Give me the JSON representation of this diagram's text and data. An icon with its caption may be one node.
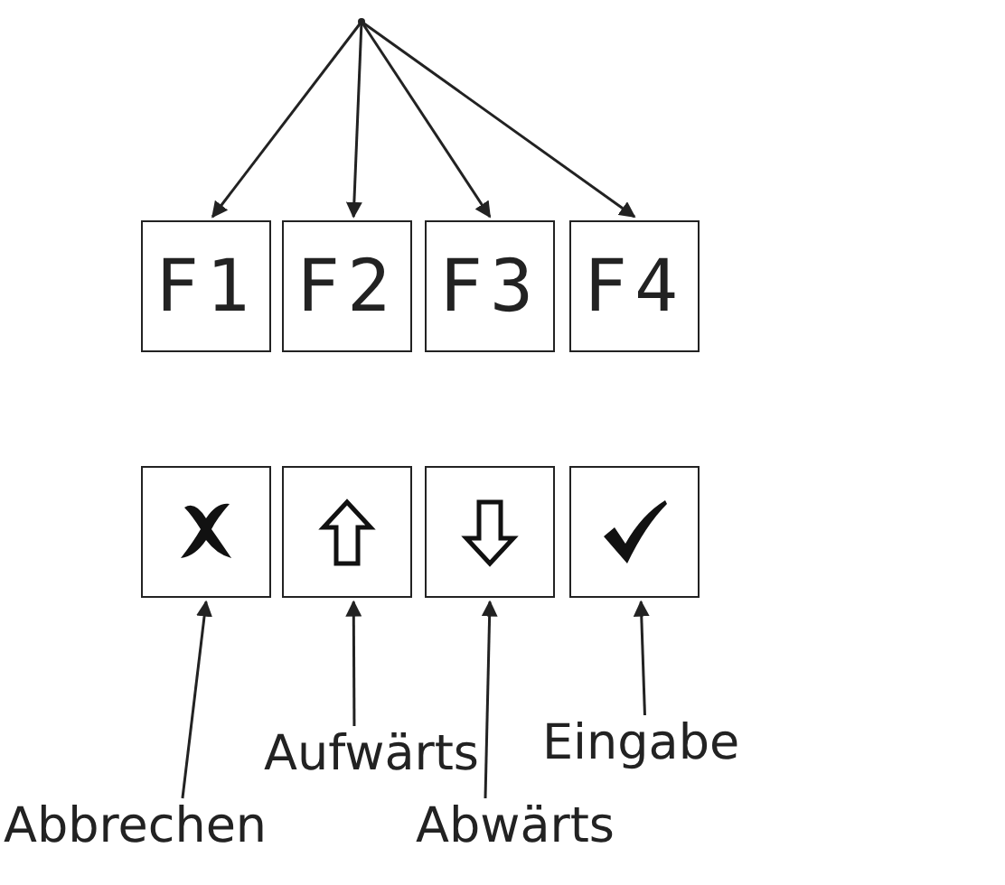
{
  "diagram": {
    "nodes": [
      {
        "text": [],
        "shape": "point"
      },
      {
        "text": [
          "F1"
        ]
      },
      {
        "text": [
          "F2"
        ]
      },
      {
        "text": [
          "F3"
        ]
      },
      {
        "text": [
          "F4"
        ]
      },
      {
        "text": [],
        "shape": "box"
      },
      {
        "text": [],
        "shape": "box"
      },
      {
        "text": [],
        "shape": "box"
      },
      {
        "text": [],
        "shape": "box"
      },
      {
        "text": [
          "Abbrechen"
        ]
      },
      {
        "text": [
          "Aufwärts"
        ]
      },
      {
        "text": [
          "Abwärts"
        ]
      },
      {
        "text": [
          "Eingabe"
        ]
      }
    ],
    "edges": [
      {
        "from": 0,
        "to": 1,
        "arrow": "to"
      },
      {
        "from": 0,
        "to": 2,
        "arrow": "to"
      },
      {
        "from": 0,
        "to": 3,
        "arrow": "to"
      },
      {
        "from": 0,
        "to": 4,
        "arrow": "to"
      },
      {
        "from": 9,
        "to": 5,
        "arrow": "to"
      },
      {
        "from": 10,
        "to": 6,
        "arrow": "to"
      },
      {
        "from": 11,
        "to": 7,
        "arrow": "to"
      },
      {
        "from": 12,
        "to": 8,
        "arrow": "to"
      }
    ]
  }
}
